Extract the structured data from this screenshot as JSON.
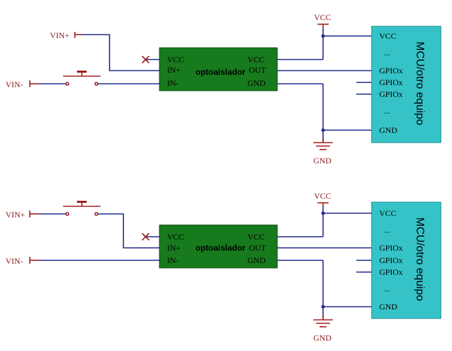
{
  "circuits": [
    {
      "vin_plus": "VIN+",
      "vin_minus": "VIN-",
      "vcc_top": "VCC",
      "gnd_bottom": "GND",
      "opto": {
        "name": "optoaislador",
        "left_pins": [
          "VCC",
          "IN+",
          "IN-"
        ],
        "right_pins": [
          "VCC",
          "OUT",
          "GND"
        ]
      },
      "mcu": {
        "title": "MCU/otro equipo",
        "pins": [
          "VCC",
          "...",
          "GPIOx",
          "GPIOx",
          "GPIOx",
          "...",
          "GND"
        ]
      }
    },
    {
      "vin_plus": "VIN+",
      "vin_minus": "VIN-",
      "vcc_top": "VCC",
      "gnd_bottom": "GND",
      "opto": {
        "name": "optoaislador",
        "left_pins": [
          "VCC",
          "IN+",
          "IN-"
        ],
        "right_pins": [
          "VCC",
          "OUT",
          "GND"
        ]
      },
      "mcu": {
        "title": "MCU/otro equipo",
        "pins": [
          "VCC",
          "...",
          "GPIOx",
          "GPIOx",
          "GPIOx",
          "...",
          "GND"
        ]
      }
    }
  ],
  "colors": {
    "wire": "#1f2a8a",
    "component": "#a21b1b",
    "opto_fill": "#177a1d",
    "mcu_fill": "#36c3c7"
  }
}
